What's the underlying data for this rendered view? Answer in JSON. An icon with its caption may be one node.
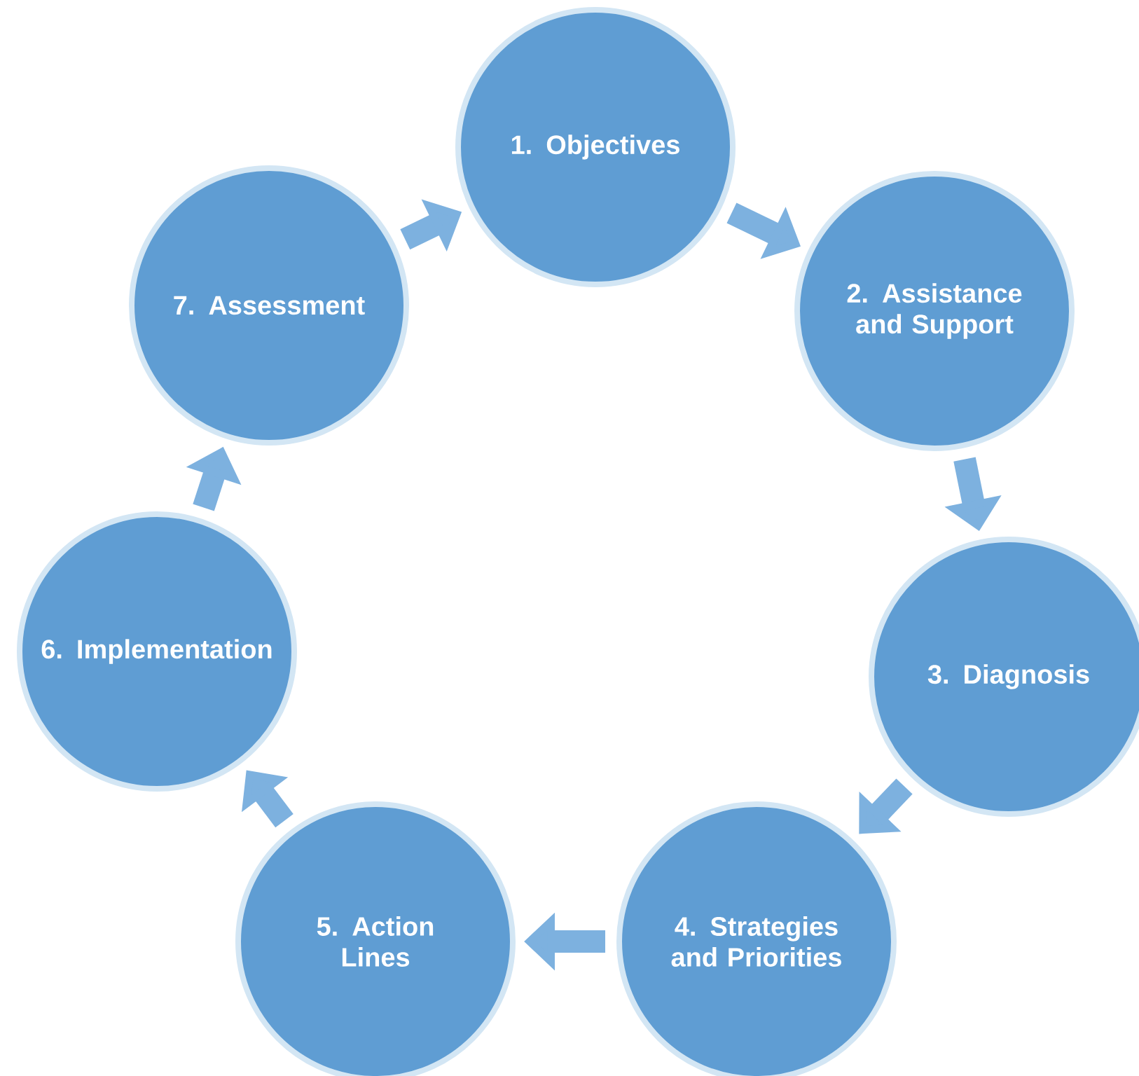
{
  "diagram": {
    "nodes": [
      {
        "text": [
          "1. Objectives"
        ]
      },
      {
        "text": [
          "2. Assistance and Support"
        ]
      },
      {
        "text": [
          "3. Diagnosis"
        ]
      },
      {
        "text": [
          "4. Strategies and Priorities"
        ]
      },
      {
        "text": [
          "5. Action Lines"
        ]
      },
      {
        "text": [
          "6. Implementation"
        ]
      },
      {
        "text": [
          "7. Assessment"
        ]
      }
    ],
    "edges": [
      {
        "from": 0,
        "to": 1,
        "arrow": "to"
      },
      {
        "from": 1,
        "to": 2,
        "arrow": "to"
      },
      {
        "from": 2,
        "to": 3,
        "arrow": "to"
      },
      {
        "from": 3,
        "to": 4,
        "arrow": "to"
      },
      {
        "from": 4,
        "to": 5,
        "arrow": "to"
      },
      {
        "from": 5,
        "to": 6,
        "arrow": "to"
      },
      {
        "from": 6,
        "to": 0,
        "arrow": "to"
      }
    ]
  }
}
